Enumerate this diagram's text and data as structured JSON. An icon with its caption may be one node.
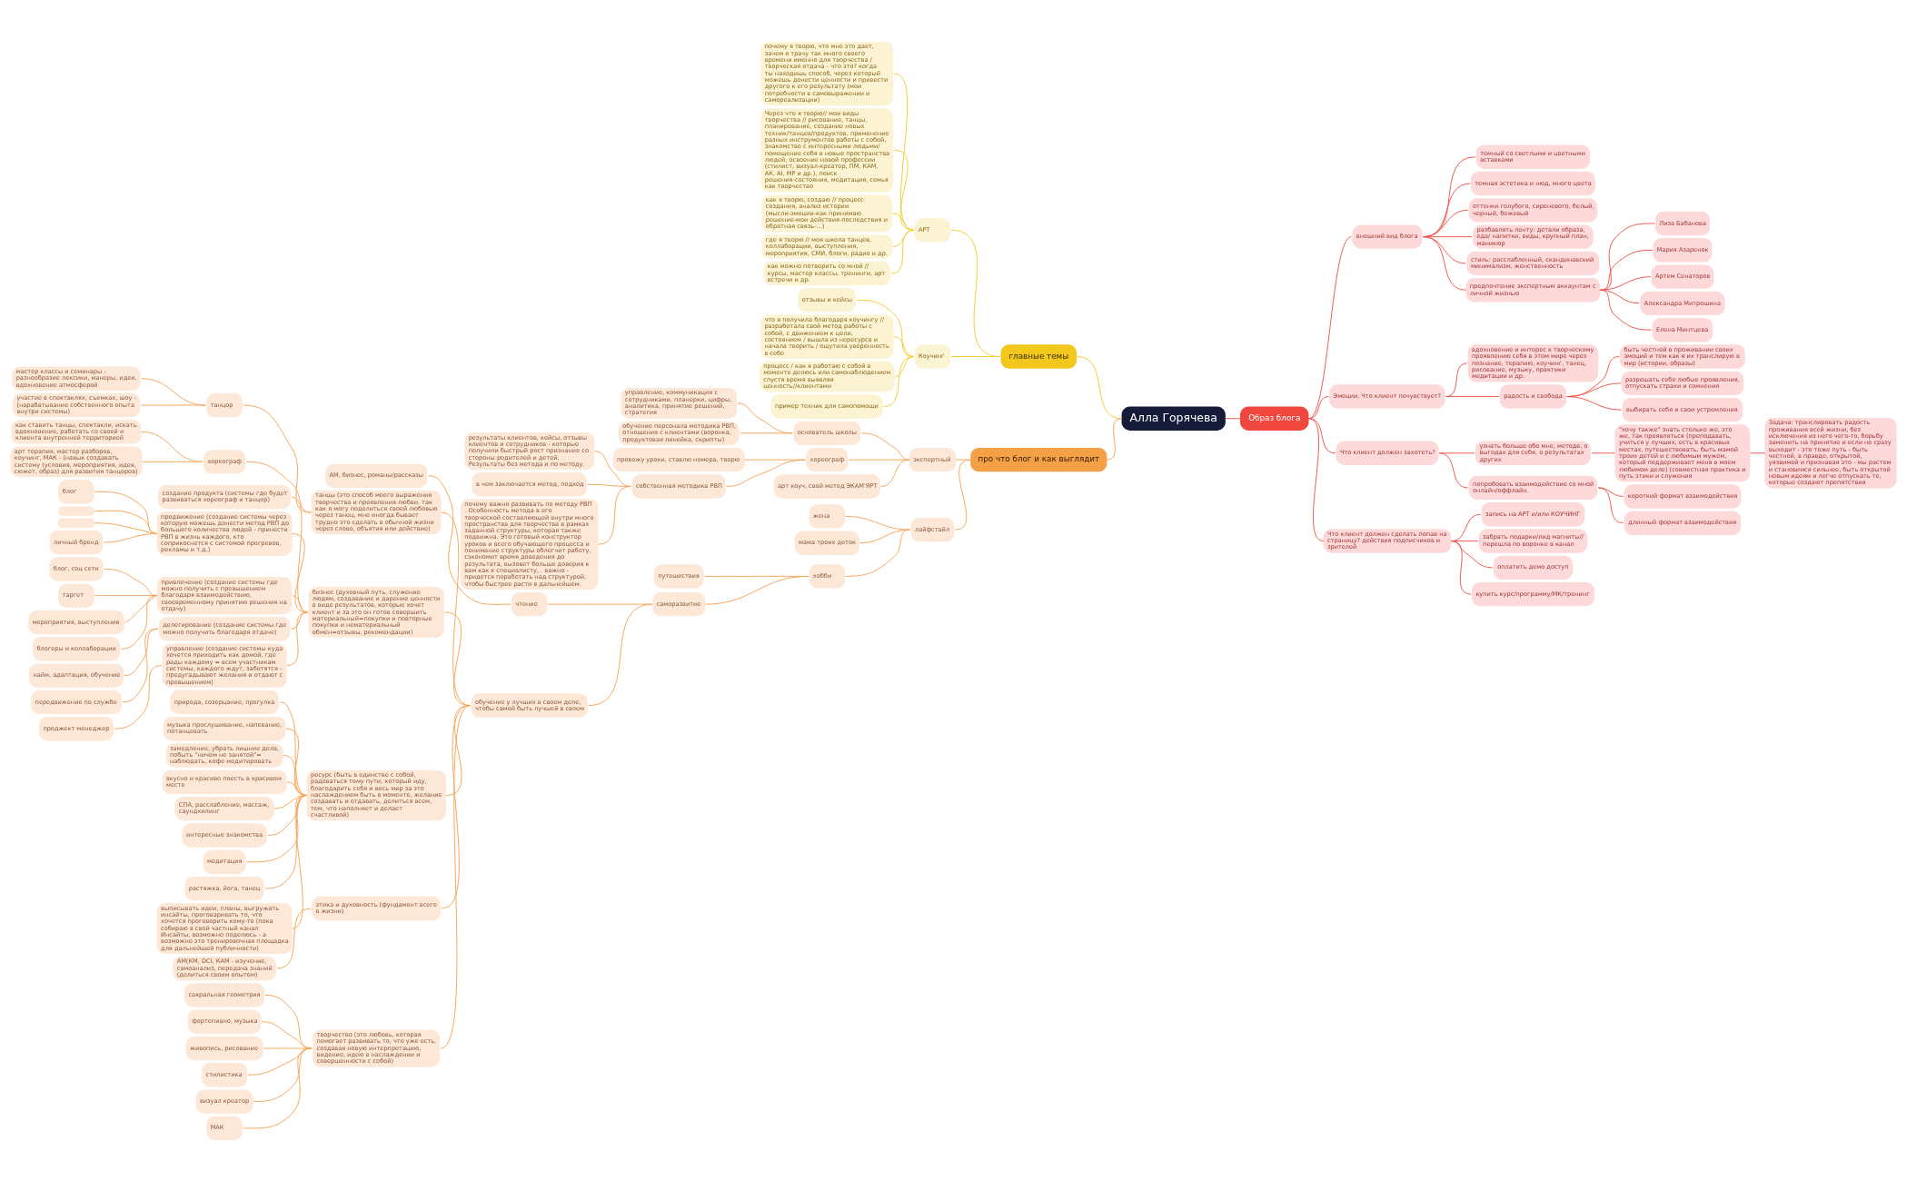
{
  "diagram": {
    "nodes": [
      {
        "text": [
          "Алла Горячева"
        ]
      },
      {
        "text": [
          "главные темы"
        ]
      },
      {
        "text": [
          "АРТ"
        ]
      },
      {
        "text": [
          "почему я творю, что мне это дает, зачем я трачу так много своего времени именно для творчества / творческая отдача - что это? когда ты находишь способ, через который можешь донести ценности и привести другого к его результату (мои потребности в самовыражении и самореализации)"
        ]
      },
      {
        "text": [
          "Через что я творю// мои виды творчества // рисование, танцы, планирование, создание новых техник/танцев/продуктов, применение разных инструментов работы с собой, знакомство с интересными людьми/ помещение себя в новые пространства людей, освоение новой профессии (стилист, визуал-креатор, ПМ, КАМ, АК, АI, МР и др.), поиск решения-состояния, медитация, семья как творчество"
        ]
      },
      {
        "text": [
          "как я творю, создаю // процесс создания, анализ истории (мысли-эмоции-как принимаю решение-мои действия-последствия и обратная связь-...)"
        ]
      },
      {
        "text": [
          "где я творю // моя школа танцев, коллаборации, выступления, мероприятия, СМИ, блоги, радио и др."
        ]
      },
      {
        "text": [
          "как можно потворить со мной // курсы, мастер классы, тренинги, арт встречи и др."
        ]
      },
      {
        "text": [
          "Коучинг"
        ]
      },
      {
        "text": [
          "отзывы и кейсы"
        ]
      },
      {
        "text": [
          "что я получила благодаря коучингу // разработала свой метод работы с собой, с движением к цели, состоянием / вышла из нересурса и начала творить / ощутила уверенность в себе"
        ]
      },
      {
        "text": [
          "процесс / как я работаю с собой в моменте делюсь или самонаблюдением спустя время выявляя ценность//клиентами"
        ]
      },
      {
        "text": [
          "пример техник для самопомощи"
        ]
      },
      {
        "text": [
          "про что блог и как выглядит"
        ]
      },
      {
        "text": [
          "экспертный"
        ]
      },
      {
        "text": [
          "основатель школы"
        ]
      },
      {
        "text": [
          "управление, коммуникация с сотрудниками, планерки, цифры, аналитика, принятие решений, стратегия"
        ]
      },
      {
        "text": [
          "обучение персонала методика РВП, отношения с клиентами (воронка, продуктовая линейка, скрипты)"
        ]
      },
      {
        "text": [
          "хореограф"
        ]
      },
      {
        "text": [
          "провожу уроки, ставлю номера, творю"
        ]
      },
      {
        "text": [
          "собственная методика РВП"
        ]
      },
      {
        "text": [
          "результаты клиентов, кейсы, отзывы клиентов и сотрудников - которые получили быстрый рост признание со стороны родителей и детей. Результаты без метода и по методу."
        ]
      },
      {
        "text": [
          "в чем заключается метод, подход"
        ]
      },
      {
        "text": [
          "почему важно развивать по методу РВП . Особенность метода в его творческой составляющей внутри много пространства для творчества в рамках заданной структуры, которая также подвижна. Это готовый конструктор уроков и всего обучающего процесса и понимание структуры облегчит работу, сэкономит время доведения до результата, вызовет больше доверия к вам как к специалисту, . важно - придется поработать над структурой, чтобы быстрее расти в дальнейшем."
        ]
      },
      {
        "text": [
          "арт коуч, свой метод ЭКАМ'ЯРТ"
        ]
      },
      {
        "text": [
          "лайфстайл"
        ]
      },
      {
        "text": [
          "жена"
        ]
      },
      {
        "text": [
          "мама троих деток"
        ]
      },
      {
        "text": [
          "хобби"
        ]
      },
      {
        "text": [
          "путешествия"
        ]
      },
      {
        "text": [
          "саморазвитие"
        ]
      },
      {
        "text": [
          "чтение"
        ]
      },
      {
        "text": [
          "АМ, бизнес, романы/рассказы"
        ]
      },
      {
        "text": [
          "обучение у лучших в своем деле, чтобы самой быть лучшей в своем"
        ]
      },
      {
        "text": [
          "танцы (это способ моего выражения творчества и проявления любви. так как я могу поделиться своей любовью через танец, мне иногда бывает трудно это сделать в обычной жизни через слово, объятия или действие)"
        ]
      },
      {
        "text": [
          "танцор"
        ]
      },
      {
        "text": [
          "мастер классы и семинары - разнообразие лексики, манеры, идеи, вдохновение атмосферой"
        ]
      },
      {
        "text": [
          "участие в спектаклях, съемках, шоу - (нарабатывание собственного опыта внутри системы)"
        ]
      },
      {
        "text": [
          "хореограф"
        ]
      },
      {
        "text": [
          "как ставить танцы, спектакли, искать вдохновение, работать со своей и клиента внутренней территорией"
        ]
      },
      {
        "text": [
          "арт терапия, мастер разборов, коучинг, МАК - (навык создавать систему (условия, мероприятия, идея, сюжет, образ) для развития танцоров)"
        ]
      },
      {
        "text": [
          "бизнес (духовный путь, служение людям, создавание и дарение ценности в виде результатов, которые хочет клиент и за это он готов совершить материальный=покупки и повторные покупки и нематериальный обмен=отзывы, рекомендации)"
        ]
      },
      {
        "text": [
          "создание продукта (системы где будет развиваться хореограф и танцор)"
        ]
      },
      {
        "text": [
          "продвижение (создание системы через которую можешь донести метод РВП до большего количества людей - принести РВП в жизнь каждого, кто соприкоснется с системой прогревов, рекламы и т.д.)"
        ]
      },
      {
        "text": [
          "блог"
        ]
      },
      {
        "text": [],
        "shape": "box"
      },
      {
        "text": [],
        "shape": "box"
      },
      {
        "text": [
          "личный бренд"
        ]
      },
      {
        "text": [
          "привлечение (создание системы где можно получить с превышением благодаря взаимодействию, своевременному принятию решения на отдачу)"
        ]
      },
      {
        "text": [
          "блог, соц сети"
        ]
      },
      {
        "text": [
          "таргет"
        ]
      },
      {
        "text": [
          "мероприятия, выступления"
        ]
      },
      {
        "text": [
          "блогеры и коллаборации"
        ]
      },
      {
        "text": [
          "делегирование (создание системы где можно получить благодаря отдаче)"
        ]
      },
      {
        "text": [
          "найм, адаптация, обучение"
        ]
      },
      {
        "text": [
          "передвижение по службе"
        ]
      },
      {
        "text": [
          "управление (создание системы куда хочется приходить как домой, где рады каждому = всем участникам системы, каждого ждут, заботятся - предугадывают желания и отдают с превышением)"
        ]
      },
      {
        "text": [
          "проджект менеджер"
        ]
      },
      {
        "text": [
          "ресурс (быть в единстве с собой, радоваться тому пути, который иду, благодарить себя и весь мир за это наслаждением быть в моменте, желание создавать и отдавать, делиться всем, тем, что наполняет и делает счастливой)"
        ]
      },
      {
        "text": [
          "природа, созерцание, прогулка"
        ]
      },
      {
        "text": [
          "музыка прослушивание, напевание, потанцевать"
        ]
      },
      {
        "text": [
          "замедление, убрать лишние дела, побыть \"ничем не занятой\"= наблюдать, кофе медитировать"
        ]
      },
      {
        "text": [
          "вкусно и красиво поесть в красивом месте"
        ]
      },
      {
        "text": [
          "СПА, расслабление, массаж, саундхилинг"
        ]
      },
      {
        "text": [
          "интересные знакомства"
        ]
      },
      {
        "text": [
          "медитация"
        ]
      },
      {
        "text": [
          "растяжка, йога, танец"
        ]
      },
      {
        "text": [
          "выписывать идеи, планы, выгружать инсайты, проговаривать то, что хочется проговорить кому-то (пока собираю в свой частный канал Инсайты, возможно поделюсь - а возможно это тренировочная площадка для дальнейшей публичности)"
        ]
      },
      {
        "text": [
          "этика и духовность (фундамент всего в жизни)"
        ]
      },
      {
        "text": [
          "АМ(КМ, DCI, КАМ - изучение, самоанализ, передача знаний (делиться своим опытом)"
        ]
      },
      {
        "text": [
          "творчество (это любовь, которая помогает развивать то, что уже есть, создавая новую интерпретацию, видение, идею в наслаждении и совершенности с собой)"
        ]
      },
      {
        "text": [
          "сакральная геометрия"
        ]
      },
      {
        "text": [
          "фортепиано, музыка"
        ]
      },
      {
        "text": [
          "живопись, рисование"
        ]
      },
      {
        "text": [
          "стилистика"
        ]
      },
      {
        "text": [
          "визуал креатор"
        ]
      },
      {
        "text": [
          "МАК"
        ]
      },
      {
        "text": [
          "Образ блога"
        ]
      },
      {
        "text": [
          "внешний вид блога"
        ]
      },
      {
        "text": [
          "темный со светлыми и цветными вставками"
        ]
      },
      {
        "text": [
          "темная эстетика и нюд, много цвета"
        ]
      },
      {
        "text": [
          "оттенки голубого, сиреневого, белый, черный, бежевый"
        ]
      },
      {
        "text": [
          "разбавлять ленту: детали образа, еда/ напитки, виды, крупный план, маникюр"
        ]
      },
      {
        "text": [
          "стиль: расслабленный, скандинавский минимализм, женственность"
        ]
      },
      {
        "text": [
          "предпочтение экспертным аккаунтам с личной жизнью"
        ]
      },
      {
        "text": [
          "Лиза Бабанова"
        ]
      },
      {
        "text": [
          "Мария Азаренок"
        ]
      },
      {
        "text": [
          "Артем Сенаторов"
        ]
      },
      {
        "text": [
          "Александра Митрошина"
        ]
      },
      {
        "text": [
          "Елена Минтцева"
        ]
      },
      {
        "text": [
          "Эмоции. Что клиент почувствует?"
        ]
      },
      {
        "text": [
          "вдохновение и интерес к творческому проявлению себя в этом мире через познание, терапию, коучинг, танец, рисование, музыку, практики медитации и др."
        ]
      },
      {
        "text": [
          "радость и свобода"
        ]
      },
      {
        "text": [
          "быть честной в проживании своих эмоций и тем как я их транслирую в мир (истории, образы)"
        ]
      },
      {
        "text": [
          "разрешать себе любые проявления, отпускать страхи и сомнения"
        ]
      },
      {
        "text": [
          "выбирать себя и свои устремления"
        ]
      },
      {
        "text": [
          "Что клиент должен захотеть?"
        ]
      },
      {
        "text": [
          "узнать больше обо мне, методе, о выгодах для себя, о результатах других"
        ]
      },
      {
        "text": [
          "\"хочу также\" знать столько же, это же, так проявляться (преподавать, учиться у лучших, есть в красивых местах, путешествовать, быть мамой троих детей и с любимым мужем, который поддерживает меня в моем любимом деле) (совместная практика и путь этики и служения"
        ]
      },
      {
        "text": [
          "Задача: транслировать радость проживания всей жизни, без исключения из него чего-то, борьбу заменить на принятие и если не сразу выходит - это тоже путь - быть честной, в правде, открытой, уязвимой и признавая это - мы растем и становимся сильнее, быть открытой новым идеям и легче отпускать те, которые создают препятствия"
        ]
      },
      {
        "text": [
          "попробовать взаимодействие со мной онлайн/оффлайн."
        ]
      },
      {
        "text": [
          "короткий формат взаимодействия"
        ]
      },
      {
        "text": [
          "длинный формат взаимодействия"
        ]
      },
      {
        "text": [
          "Что клиент должен сделать попав на страницу? действия подписчиков и зрителей"
        ]
      },
      {
        "text": [
          "запись на АРТ и/или КОУЧИНГ"
        ]
      },
      {
        "text": [
          "забрать подарки/лид магниты// перешла по воронке в канал"
        ]
      },
      {
        "text": [
          "оплатить демо доступ"
        ]
      },
      {
        "text": [
          "купить курс/программу/МК/тренинг"
        ]
      }
    ],
    "edges": [
      {
        "from": 0,
        "to": 1,
        "arrow": "none",
        "color": "#f3cb2c"
      },
      {
        "from": 1,
        "to": 2,
        "arrow": "none",
        "color": "#f3cb2c"
      },
      {
        "from": 2,
        "to": 3,
        "arrow": "none",
        "color": "#f3cb2c"
      },
      {
        "from": 2,
        "to": 4,
        "arrow": "none",
        "color": "#f3cb2c"
      },
      {
        "from": 2,
        "to": 5,
        "arrow": "none",
        "color": "#f3cb2c"
      },
      {
        "from": 2,
        "to": 6,
        "arrow": "none",
        "color": "#f3cb2c"
      },
      {
        "from": 2,
        "to": 7,
        "arrow": "none",
        "color": "#f3cb2c"
      },
      {
        "from": 1,
        "to": 8,
        "arrow": "none",
        "color": "#f3cb2c"
      },
      {
        "from": 8,
        "to": 9,
        "arrow": "none",
        "color": "#f3cb2c"
      },
      {
        "from": 8,
        "to": 10,
        "arrow": "none",
        "color": "#f3cb2c"
      },
      {
        "from": 8,
        "to": 11,
        "arrow": "none",
        "color": "#f3cb2c"
      },
      {
        "from": 8,
        "to": 12,
        "arrow": "none",
        "color": "#f3cb2c"
      },
      {
        "from": 0,
        "to": 13,
        "arrow": "none"
      },
      {
        "from": 13,
        "to": 14,
        "arrow": "none"
      },
      {
        "from": 14,
        "to": 15,
        "arrow": "none"
      },
      {
        "from": 15,
        "to": 16,
        "arrow": "none"
      },
      {
        "from": 15,
        "to": 17,
        "arrow": "none"
      },
      {
        "from": 14,
        "to": 18,
        "arrow": "none"
      },
      {
        "from": 18,
        "to": 19,
        "arrow": "none"
      },
      {
        "from": 18,
        "to": 20,
        "arrow": "none"
      },
      {
        "from": 20,
        "to": 21,
        "arrow": "none"
      },
      {
        "from": 20,
        "to": 22,
        "arrow": "none"
      },
      {
        "from": 20,
        "to": 23,
        "arrow": "none"
      },
      {
        "from": 14,
        "to": 24,
        "arrow": "none"
      },
      {
        "from": 13,
        "to": 25,
        "arrow": "none"
      },
      {
        "from": 25,
        "to": 26,
        "arrow": "none"
      },
      {
        "from": 25,
        "to": 27,
        "arrow": "none"
      },
      {
        "from": 25,
        "to": 28,
        "arrow": "none"
      },
      {
        "from": 28,
        "to": 29,
        "arrow": "none"
      },
      {
        "from": 28,
        "to": 30,
        "arrow": "none"
      },
      {
        "from": 30,
        "to": 31,
        "arrow": "none"
      },
      {
        "from": 31,
        "to": 32,
        "arrow": "none"
      },
      {
        "from": 30,
        "to": 33,
        "arrow": "none"
      },
      {
        "from": 33,
        "to": 34,
        "arrow": "none"
      },
      {
        "from": 34,
        "to": 35,
        "arrow": "none"
      },
      {
        "from": 35,
        "to": 36,
        "arrow": "none"
      },
      {
        "from": 35,
        "to": 37,
        "arrow": "none"
      },
      {
        "from": 34,
        "to": 38,
        "arrow": "none"
      },
      {
        "from": 38,
        "to": 39,
        "arrow": "none"
      },
      {
        "from": 38,
        "to": 40,
        "arrow": "none"
      },
      {
        "from": 33,
        "to": 41,
        "arrow": "none"
      },
      {
        "from": 41,
        "to": 42,
        "arrow": "none"
      },
      {
        "from": 41,
        "to": 43,
        "arrow": "none"
      },
      {
        "from": 43,
        "to": 44,
        "arrow": "none"
      },
      {
        "from": 43,
        "to": 45,
        "arrow": "none"
      },
      {
        "from": 43,
        "to": 46,
        "arrow": "none"
      },
      {
        "from": 43,
        "to": 47,
        "arrow": "none"
      },
      {
        "from": 41,
        "to": 48,
        "arrow": "none"
      },
      {
        "from": 48,
        "to": 49,
        "arrow": "none"
      },
      {
        "from": 48,
        "to": 50,
        "arrow": "none"
      },
      {
        "from": 48,
        "to": 51,
        "arrow": "none"
      },
      {
        "from": 48,
        "to": 52,
        "arrow": "none"
      },
      {
        "from": 41,
        "to": 53,
        "arrow": "none"
      },
      {
        "from": 53,
        "to": 54,
        "arrow": "none"
      },
      {
        "from": 53,
        "to": 55,
        "arrow": "none"
      },
      {
        "from": 41,
        "to": 56,
        "arrow": "none"
      },
      {
        "from": 56,
        "to": 57,
        "arrow": "none"
      },
      {
        "from": 33,
        "to": 58,
        "arrow": "none"
      },
      {
        "from": 58,
        "to": 59,
        "arrow": "none"
      },
      {
        "from": 58,
        "to": 60,
        "arrow": "none"
      },
      {
        "from": 58,
        "to": 61,
        "arrow": "none"
      },
      {
        "from": 58,
        "to": 62,
        "arrow": "none"
      },
      {
        "from": 58,
        "to": 63,
        "arrow": "none"
      },
      {
        "from": 58,
        "to": 64,
        "arrow": "none"
      },
      {
        "from": 58,
        "to": 65,
        "arrow": "none"
      },
      {
        "from": 58,
        "to": 66,
        "arrow": "none"
      },
      {
        "from": 58,
        "to": 67,
        "arrow": "none"
      },
      {
        "from": 33,
        "to": 68,
        "arrow": "none"
      },
      {
        "from": 68,
        "to": 69,
        "arrow": "none"
      },
      {
        "from": 33,
        "to": 70,
        "arrow": "none"
      },
      {
        "from": 70,
        "to": 71,
        "arrow": "none"
      },
      {
        "from": 70,
        "to": 72,
        "arrow": "none"
      },
      {
        "from": 70,
        "to": 73,
        "arrow": "none"
      },
      {
        "from": 70,
        "to": 74,
        "arrow": "none"
      },
      {
        "from": 70,
        "to": 75,
        "arrow": "none"
      },
      {
        "from": 70,
        "to": 76,
        "arrow": "none"
      },
      {
        "from": 0,
        "to": 77,
        "arrow": "none",
        "color": "#f0524a"
      },
      {
        "from": 77,
        "to": 78,
        "arrow": "none",
        "color": "#f0524a"
      },
      {
        "from": 78,
        "to": 79,
        "arrow": "none",
        "color": "#f0524a"
      },
      {
        "from": 78,
        "to": 80,
        "arrow": "none",
        "color": "#f0524a"
      },
      {
        "from": 78,
        "to": 81,
        "arrow": "none",
        "color": "#f0524a"
      },
      {
        "from": 78,
        "to": 82,
        "arrow": "none",
        "color": "#f0524a"
      },
      {
        "from": 78,
        "to": 83,
        "arrow": "none",
        "color": "#f0524a"
      },
      {
        "from": 78,
        "to": 84,
        "arrow": "none",
        "color": "#f0524a"
      },
      {
        "from": 84,
        "to": 85,
        "arrow": "none",
        "color": "#f0524a"
      },
      {
        "from": 84,
        "to": 86,
        "arrow": "none",
        "color": "#f0524a"
      },
      {
        "from": 84,
        "to": 87,
        "arrow": "none",
        "color": "#f0524a"
      },
      {
        "from": 84,
        "to": 88,
        "arrow": "none",
        "color": "#f0524a"
      },
      {
        "from": 84,
        "to": 89,
        "arrow": "none",
        "color": "#f0524a"
      },
      {
        "from": 77,
        "to": 90,
        "arrow": "none",
        "color": "#f0524a"
      },
      {
        "from": 90,
        "to": 91,
        "arrow": "none",
        "color": "#f0524a"
      },
      {
        "from": 90,
        "to": 92,
        "arrow": "none",
        "color": "#f0524a"
      },
      {
        "from": 92,
        "to": 93,
        "arrow": "none",
        "color": "#f0524a"
      },
      {
        "from": 92,
        "to": 94,
        "arrow": "none",
        "color": "#f0524a"
      },
      {
        "from": 92,
        "to": 95,
        "arrow": "none",
        "color": "#f0524a"
      },
      {
        "from": 77,
        "to": 96,
        "arrow": "none",
        "color": "#f0524a"
      },
      {
        "from": 96,
        "to": 97,
        "arrow": "none",
        "color": "#f0524a"
      },
      {
        "from": 97,
        "to": 98,
        "arrow": "none",
        "color": "#f0524a"
      },
      {
        "from": 98,
        "to": 99,
        "arrow": "none",
        "color": "#f0524a"
      },
      {
        "from": 96,
        "to": 100,
        "arrow": "none",
        "color": "#f0524a"
      },
      {
        "from": 100,
        "to": 101,
        "arrow": "none",
        "color": "#f0524a"
      },
      {
        "from": 100,
        "to": 102,
        "arrow": "none",
        "color": "#f0524a"
      },
      {
        "from": 77,
        "to": 103,
        "arrow": "none",
        "color": "#f0524a"
      },
      {
        "from": 103,
        "to": 104,
        "arrow": "none",
        "color": "#f0524a"
      },
      {
        "from": 103,
        "to": 105,
        "arrow": "none",
        "color": "#f0524a"
      },
      {
        "from": 103,
        "to": 106,
        "arrow": "none",
        "color": "#f0524a"
      },
      {
        "from": 103,
        "to": 107,
        "arrow": "none",
        "color": "#f0524a"
      }
    ]
  }
}
